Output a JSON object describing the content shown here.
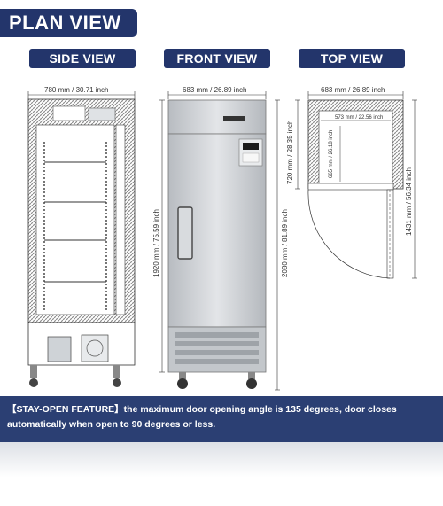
{
  "header": {
    "title": "PLAN VIEW"
  },
  "views": {
    "side": "SIDE VIEW",
    "front": "FRONT VIEW",
    "top": "TOP VIEW"
  },
  "dimensions": {
    "side_width": "780 mm / 30.71 inch",
    "front_width": "683 mm / 26.89 inch",
    "front_body_height": "1920 mm / 75.59 inch",
    "front_total_height": "2080 mm / 81.89 inch",
    "top_width": "683 mm / 26.89 inch",
    "top_inner_width": "573 mm / 22.56 inch",
    "top_inner_depth": "665 mm / 26.18 inch",
    "top_depth": "720 mm / 28.35 inch",
    "top_open_depth": "1431 mm / 56.34 inch"
  },
  "footer": {
    "text": "【STAY-OPEN FEATURE】the maximum door opening angle is 135 degrees, door closes automatically when open to 90 degrees or less."
  },
  "colors": {
    "navy": "#23356b",
    "footer_bg": "#2b3f73",
    "steel": "#c9ccd0"
  }
}
